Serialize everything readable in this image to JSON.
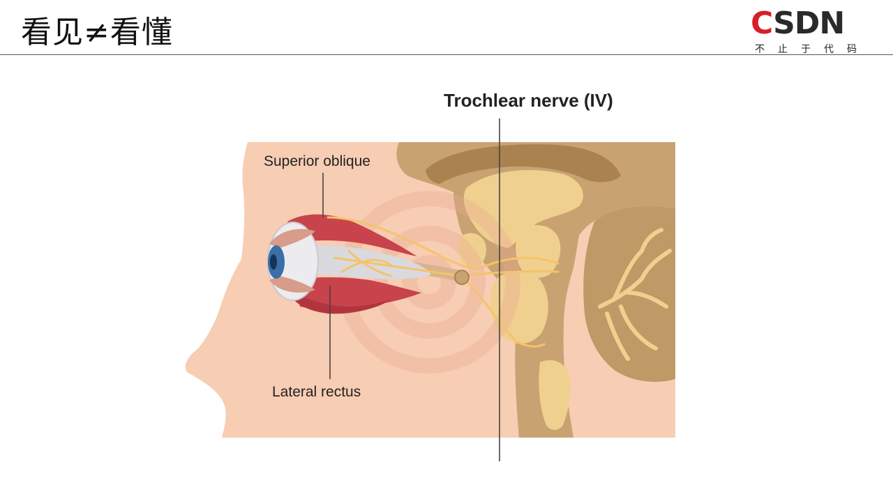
{
  "header": {
    "title": "看见≠看懂"
  },
  "logo": {
    "brand": "CSDN",
    "tagline": "不止于代码"
  },
  "diagram": {
    "labels": {
      "trochlear": "Trochlear nerve (IV)",
      "superior_oblique": "Superior oblique",
      "lateral_rectus": "Lateral rectus"
    },
    "colors": {
      "skin": "#f7cdb3",
      "brain_outer": "#c9a272",
      "brain_inner": "#f0d08f",
      "nerve": "#f5c36a",
      "muscle": "#c8434b",
      "iris": "#3a6fa8"
    }
  }
}
